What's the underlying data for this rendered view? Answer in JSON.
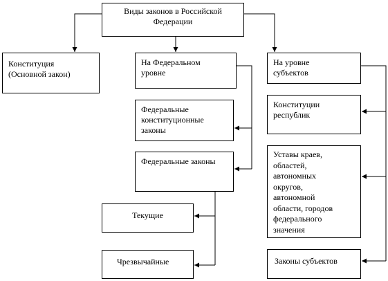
{
  "nodes": {
    "root": "Виды законов в Российской\nФедерации",
    "constitution": "Конституция\n (Основной закон)",
    "federal_level": "На Федеральном\nуровне",
    "subjects_level": "На уровне\nсубъектов",
    "federal_constitutional_laws": "Федеральные\nконституционные\nзаконы",
    "federal_laws": "Федеральные законы",
    "republic_constitutions": "Конституции\nреспублик",
    "charters": "Уставы краев,\nобластей,\nавтономных\nокругов,\nавтономной\nобласти, городов\nфедерального\nзначения",
    "current": "Текущие",
    "emergency": "Чрезвычайные",
    "subject_laws": "Законы субъектов"
  }
}
